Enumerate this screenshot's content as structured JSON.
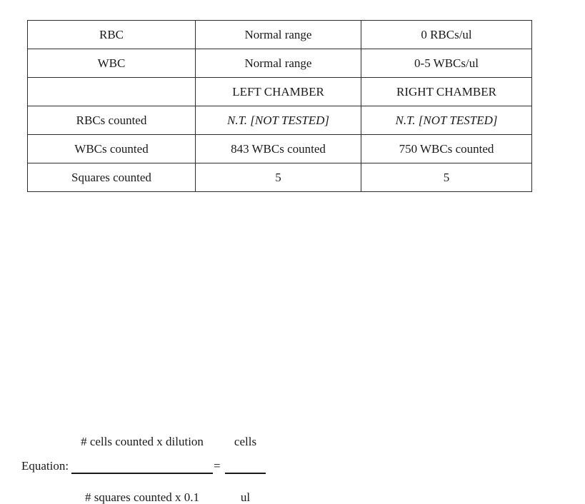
{
  "document": {
    "background_color": "#ffffff",
    "text_color": "#1a1a1a",
    "border_color": "#2b2b2b"
  },
  "table": {
    "rows": [
      {
        "label": "RBC",
        "left": "Normal range",
        "right": "0 RBCs/ul",
        "left_italic": false,
        "right_italic": false
      },
      {
        "label": "WBC",
        "left": "Normal range",
        "right": "0-5 WBCs/ul",
        "left_italic": false,
        "right_italic": false
      },
      {
        "label": "",
        "left": "LEFT CHAMBER",
        "right": "RIGHT CHAMBER",
        "left_italic": false,
        "right_italic": false
      },
      {
        "label": "RBCs counted",
        "left": "N.T. [NOT TESTED]",
        "right": "N.T. [NOT TESTED]",
        "left_italic": true,
        "right_italic": true
      },
      {
        "label": "WBCs counted",
        "left": "843 WBCs counted",
        "right": "750 WBCs counted",
        "left_italic": false,
        "right_italic": false
      },
      {
        "label": "Squares counted",
        "left": "5",
        "right": "5",
        "left_italic": false,
        "right_italic": false
      }
    ]
  },
  "equation": {
    "label": "Equation:",
    "numerator": "# cells counted x dilution",
    "denominator": "# squares counted x 0.1",
    "equals": "=",
    "result_numerator": "cells",
    "result_denominator": "ul"
  }
}
